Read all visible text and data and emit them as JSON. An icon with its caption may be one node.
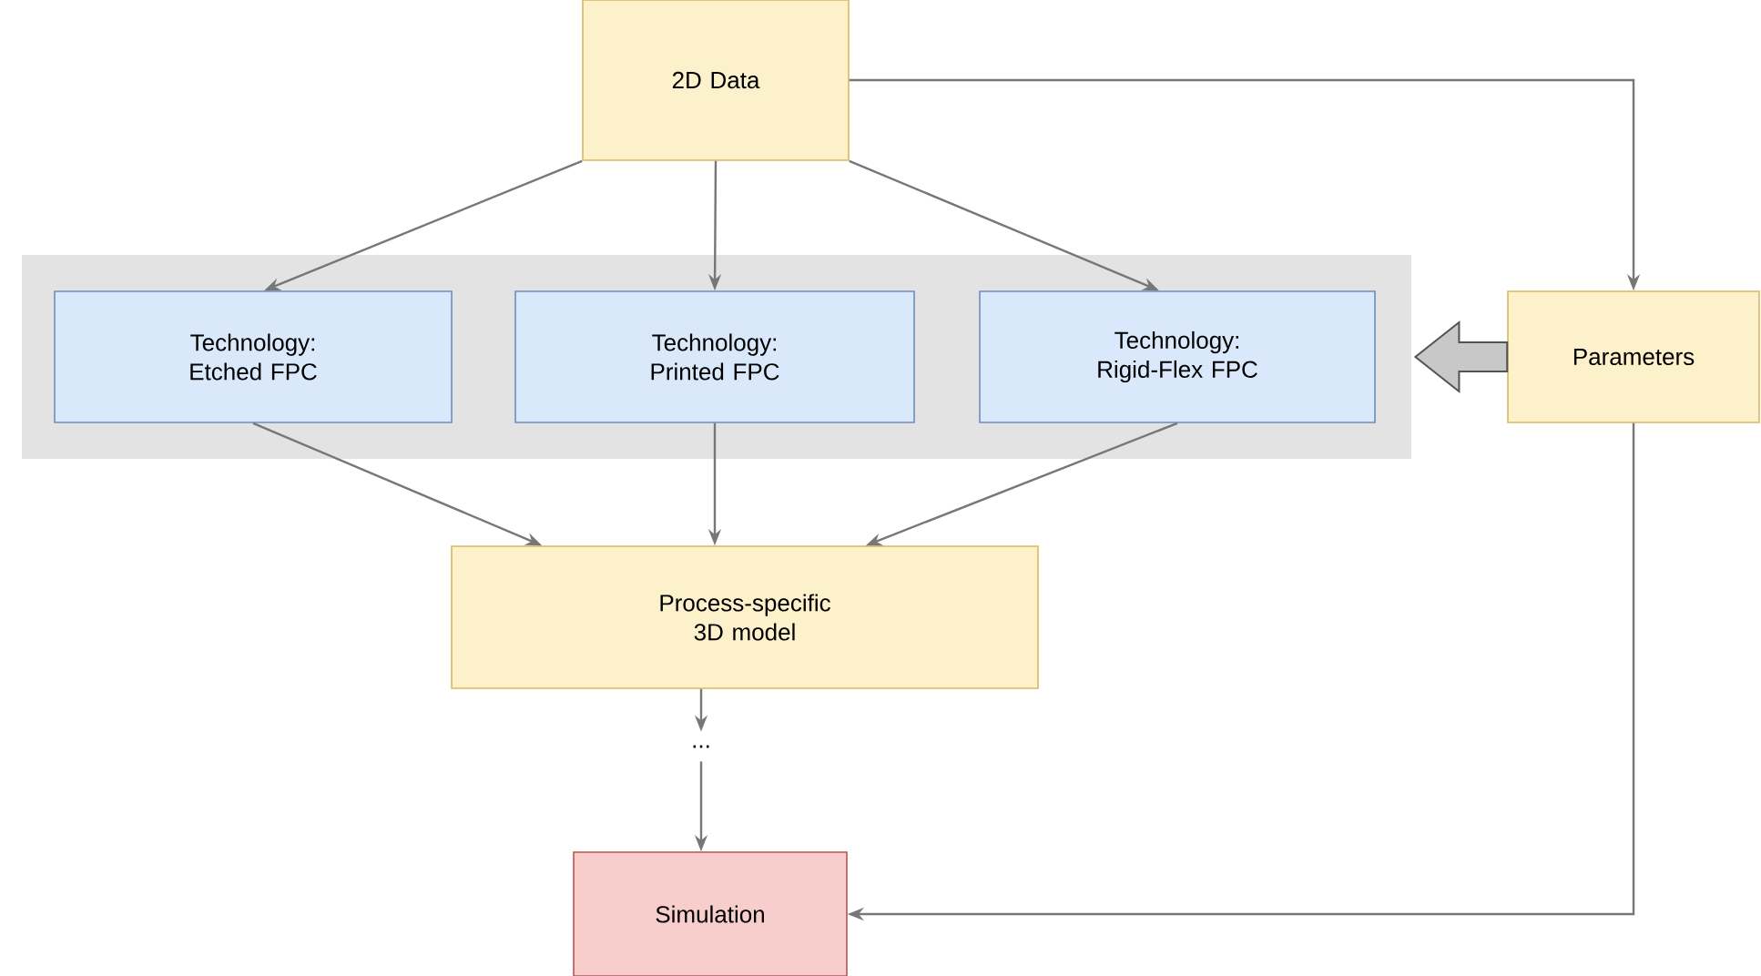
{
  "diagram": {
    "nodes": [
      {
        "text": [
          "2D Data"
        ]
      },
      {
        "text": [],
        "shape": "box"
      },
      {
        "text": [
          "Technology: Etched FPC"
        ],
        "in": 1
      },
      {
        "text": [
          "Technology: Printed FPC"
        ],
        "in": 1
      },
      {
        "text": [
          "Technology: Rigid-Flex FPC"
        ],
        "in": 1
      },
      {
        "text": [
          "Parameters"
        ]
      },
      {
        "text": [
          "Process-specific 3D model"
        ]
      },
      {
        "text": [
          "..."
        ]
      },
      {
        "text": [
          "Simulation"
        ]
      }
    ],
    "edges": [
      {
        "from": 0,
        "to": 2,
        "arrow": "to"
      },
      {
        "from": 0,
        "to": 3,
        "arrow": "to"
      },
      {
        "from": 0,
        "to": 4,
        "arrow": "to"
      },
      {
        "from": 0,
        "to": 5,
        "arrow": "to"
      },
      {
        "from": 5,
        "to": 1,
        "arrow": "to",
        "style": "thick",
        "color": "#c8c8c8"
      },
      {
        "from": 2,
        "to": 6,
        "arrow": "to"
      },
      {
        "from": 3,
        "to": 6,
        "arrow": "to"
      },
      {
        "from": 4,
        "to": 6,
        "arrow": "to"
      },
      {
        "from": 6,
        "to": 7,
        "arrow": "to"
      },
      {
        "from": 7,
        "to": 8,
        "arrow": "to"
      },
      {
        "from": 5,
        "to": 8,
        "arrow": "to"
      }
    ]
  }
}
